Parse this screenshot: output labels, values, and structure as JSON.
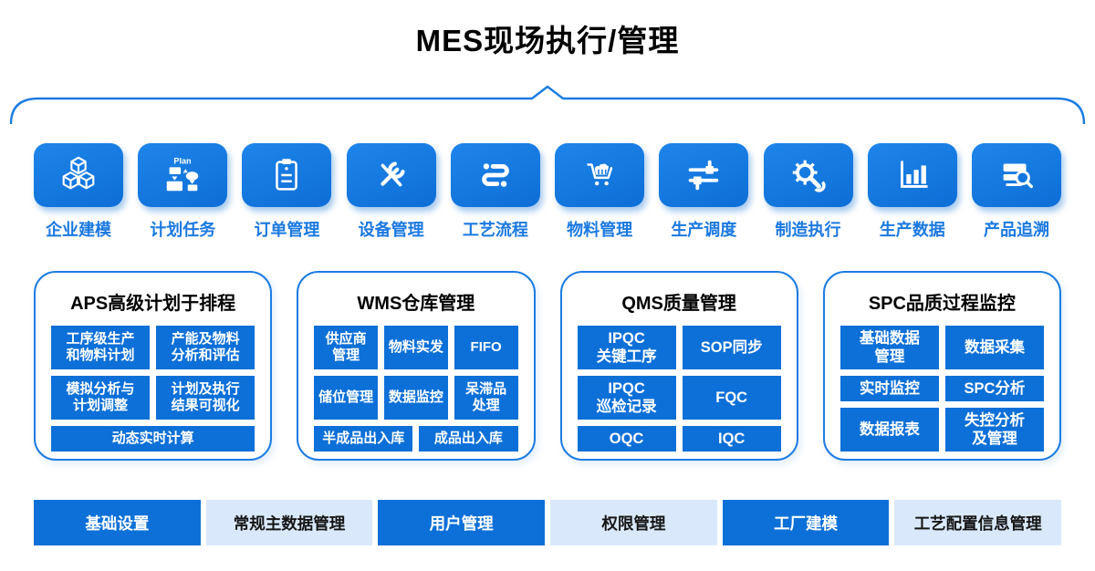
{
  "title": "MES现场执行/管理",
  "colors": {
    "primary_blue": "#0d70d8",
    "tile_blue": "#1277dd",
    "light_blue": "#d9e9fb",
    "label_blue": "#1b79e0",
    "border_blue": "#1d7ce2"
  },
  "modules": [
    {
      "label": "企业建模",
      "icon": "cubes-icon"
    },
    {
      "label": "计划任务",
      "icon": "plan-flowchart-icon"
    },
    {
      "label": "订单管理",
      "icon": "clipboard-icon"
    },
    {
      "label": "设备管理",
      "icon": "tools-icon"
    },
    {
      "label": "工艺流程",
      "icon": "flow-path-icon"
    },
    {
      "label": "物料管理",
      "icon": "cart-icon"
    },
    {
      "label": "生产调度",
      "icon": "sliders-icon"
    },
    {
      "label": "制造执行",
      "icon": "gear-wrench-icon"
    },
    {
      "label": "生产数据",
      "icon": "bar-chart-icon"
    },
    {
      "label": "产品追溯",
      "icon": "search-docs-icon"
    }
  ],
  "panels": [
    {
      "title": "APS高级计划于排程",
      "rows": [
        [
          "工序级生产\n和物料计划",
          "产能及物料\n分析和评估"
        ],
        [
          "模拟分析与\n计划调整",
          "计划及执行\n结果可视化"
        ],
        [
          "动态实时计算"
        ]
      ]
    },
    {
      "title": "WMS仓库管理",
      "rows": [
        [
          "供应商\n管理",
          "物料实发",
          "FIFO"
        ],
        [
          "储位管理",
          "数据监控",
          "呆滞品\n处理"
        ],
        [
          "半成品出入库",
          "成品出入库"
        ]
      ]
    },
    {
      "title": "QMS质量管理",
      "rows": [
        [
          "IPQC\n关键工序",
          "SOP同步"
        ],
        [
          "IPQC\n巡检记录",
          "FQC"
        ],
        [
          "OQC",
          "IQC"
        ]
      ]
    },
    {
      "title": "SPC品质过程监控",
      "rows": [
        [
          "基础数据\n管理",
          "数据采集"
        ],
        [
          "实时监控",
          "SPC分析"
        ],
        [
          "数据报表",
          "失控分析\n及管理"
        ]
      ]
    }
  ],
  "bottom_bar": [
    {
      "label": "基础设置",
      "variant": "solid"
    },
    {
      "label": "常规主数据管理",
      "variant": "light"
    },
    {
      "label": "用户管理",
      "variant": "solid"
    },
    {
      "label": "权限管理",
      "variant": "light"
    },
    {
      "label": "工厂建模",
      "variant": "solid"
    },
    {
      "label": "工艺配置信息管理",
      "variant": "light"
    }
  ]
}
